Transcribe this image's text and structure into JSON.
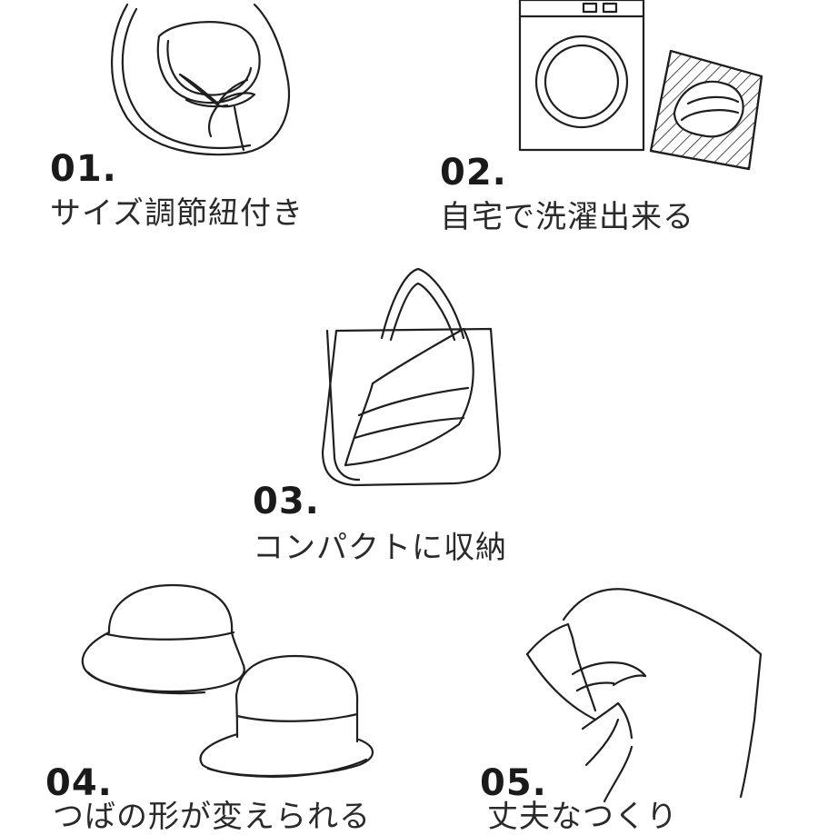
{
  "features": [
    {
      "number": "01.",
      "caption": "サイズ調節紐付き",
      "illustration": "hat-with-drawstring-icon"
    },
    {
      "number": "02.",
      "caption": "自宅で洗濯出来る",
      "illustration": "washing-machine-icon"
    },
    {
      "number": "03.",
      "caption": "コンパクトに収納",
      "illustration": "tote-bag-icon"
    },
    {
      "number": "04.",
      "caption": "つばの形が変えられる",
      "illustration": "two-hats-icon"
    },
    {
      "number": "05.",
      "caption": "丈夫なつくり",
      "illustration": "hand-holding-fabric-icon"
    }
  ],
  "colors": {
    "line": "#1f1f1f",
    "background": "#ffffff"
  }
}
